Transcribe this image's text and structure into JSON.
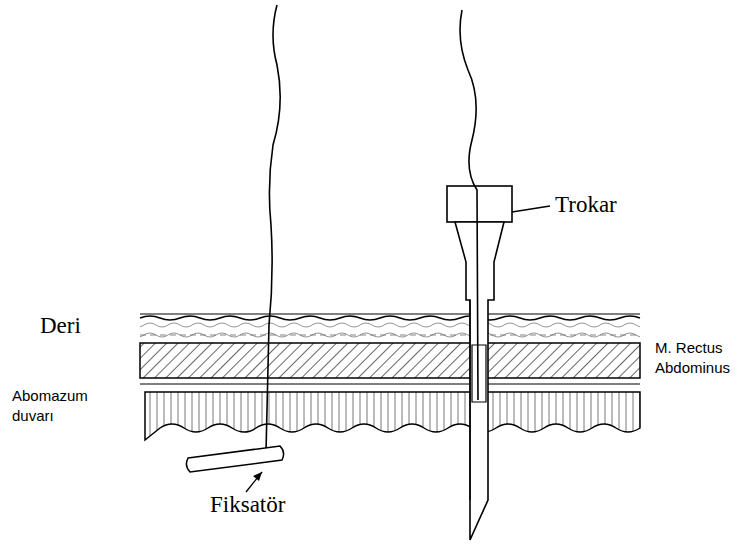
{
  "diagram": {
    "labels": [
      "Trokar",
      "Deri",
      "M. Rectus Abdominus",
      "Abomazum duvarı",
      "Fiksatör"
    ]
  }
}
